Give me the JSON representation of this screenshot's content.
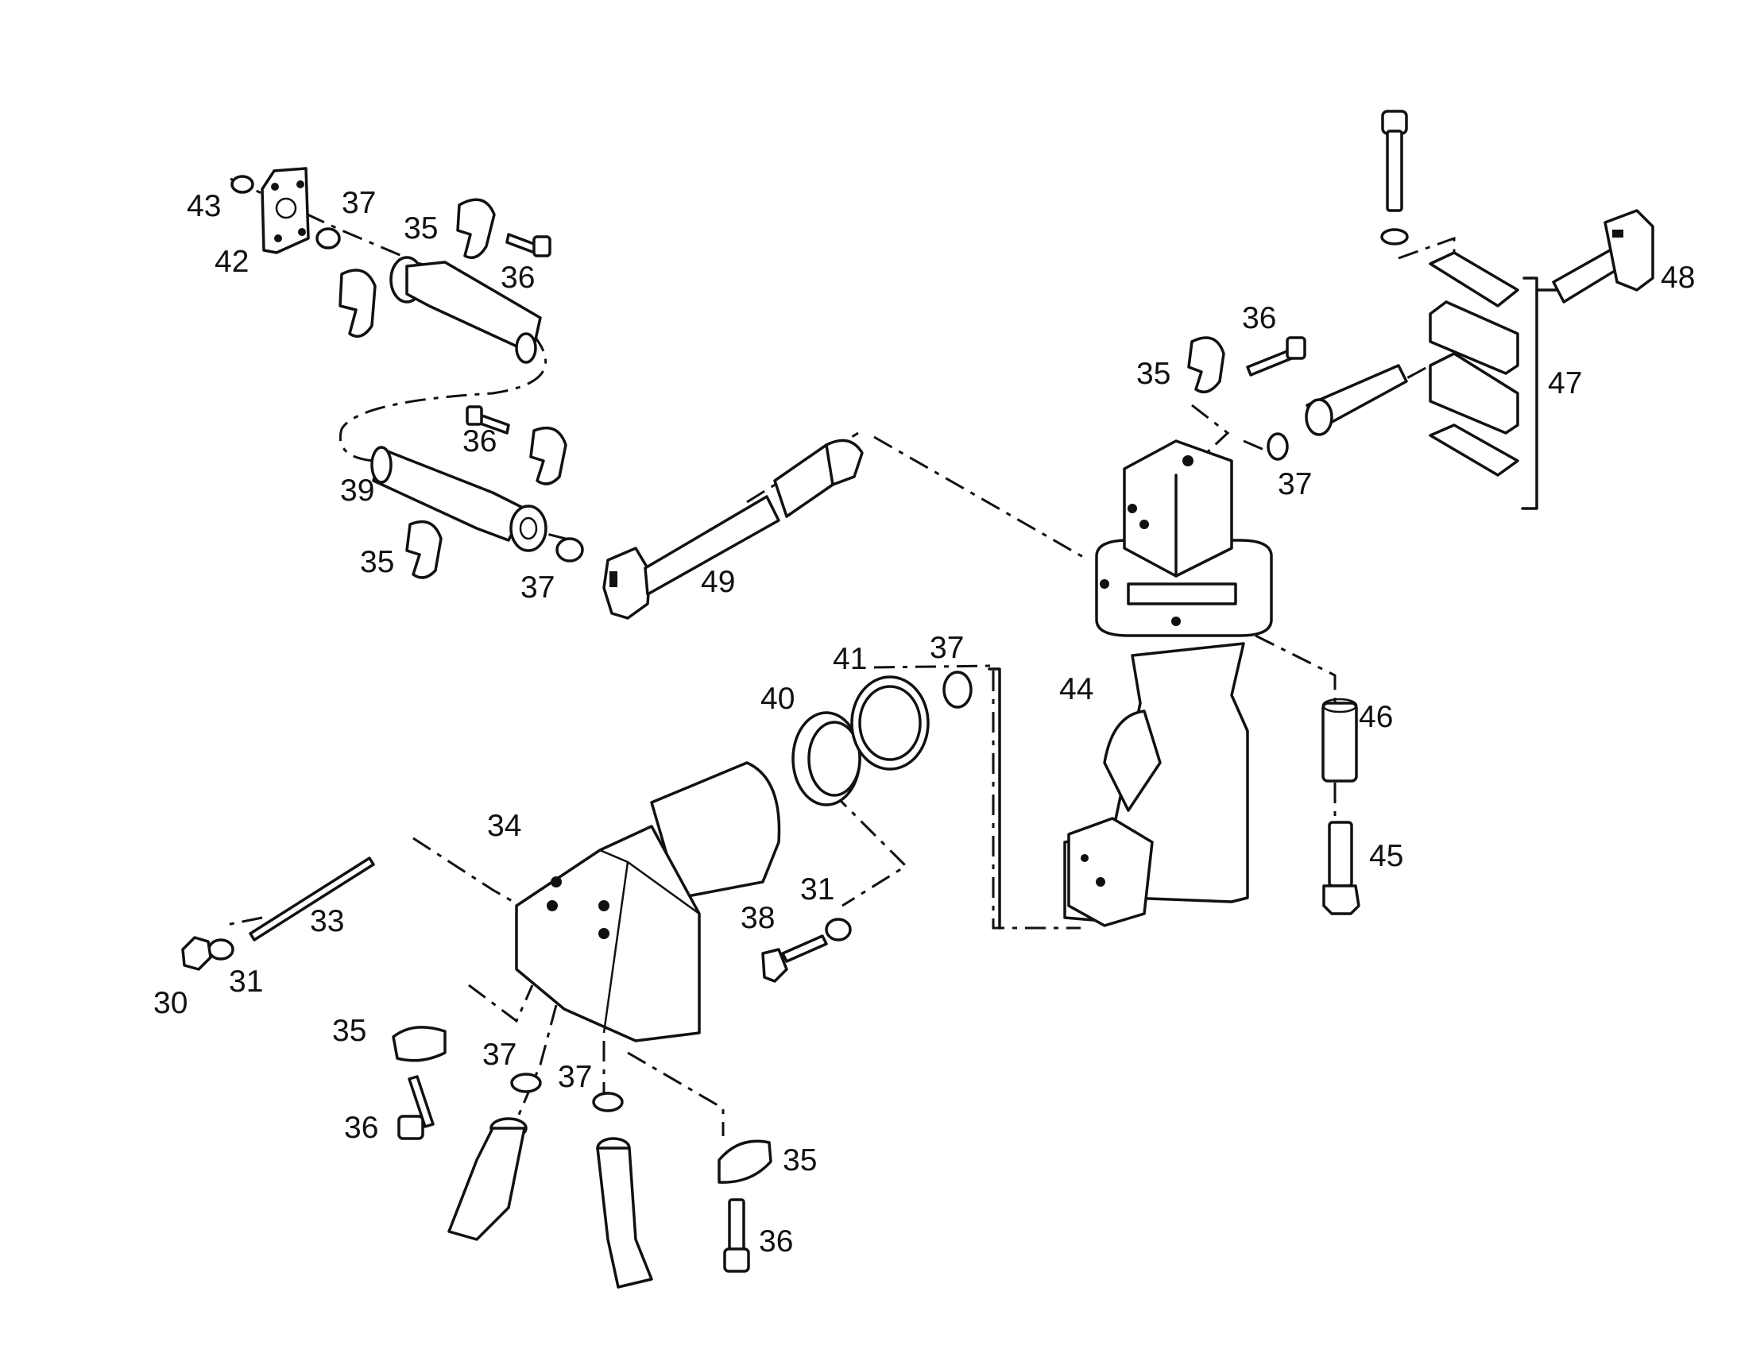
{
  "callouts": {
    "c30": "30",
    "c31a": "31",
    "c31b": "31",
    "c33": "33",
    "c34": "34",
    "c35a": "35",
    "c35b": "35",
    "c35c": "35",
    "c35d": "35",
    "c35e": "35",
    "c36a": "36",
    "c36b": "36",
    "c36c": "36",
    "c36d": "36",
    "c36e": "36",
    "c37a": "37",
    "c37b": "37",
    "c37c": "37",
    "c37d": "37",
    "c37e": "37",
    "c37f": "37",
    "c38": "38",
    "c39": "39",
    "c40": "40",
    "c41": "41",
    "c42": "42",
    "c43": "43",
    "c44": "44",
    "c45": "45",
    "c46": "46",
    "c47": "47",
    "c48": "48",
    "c49": "49"
  }
}
